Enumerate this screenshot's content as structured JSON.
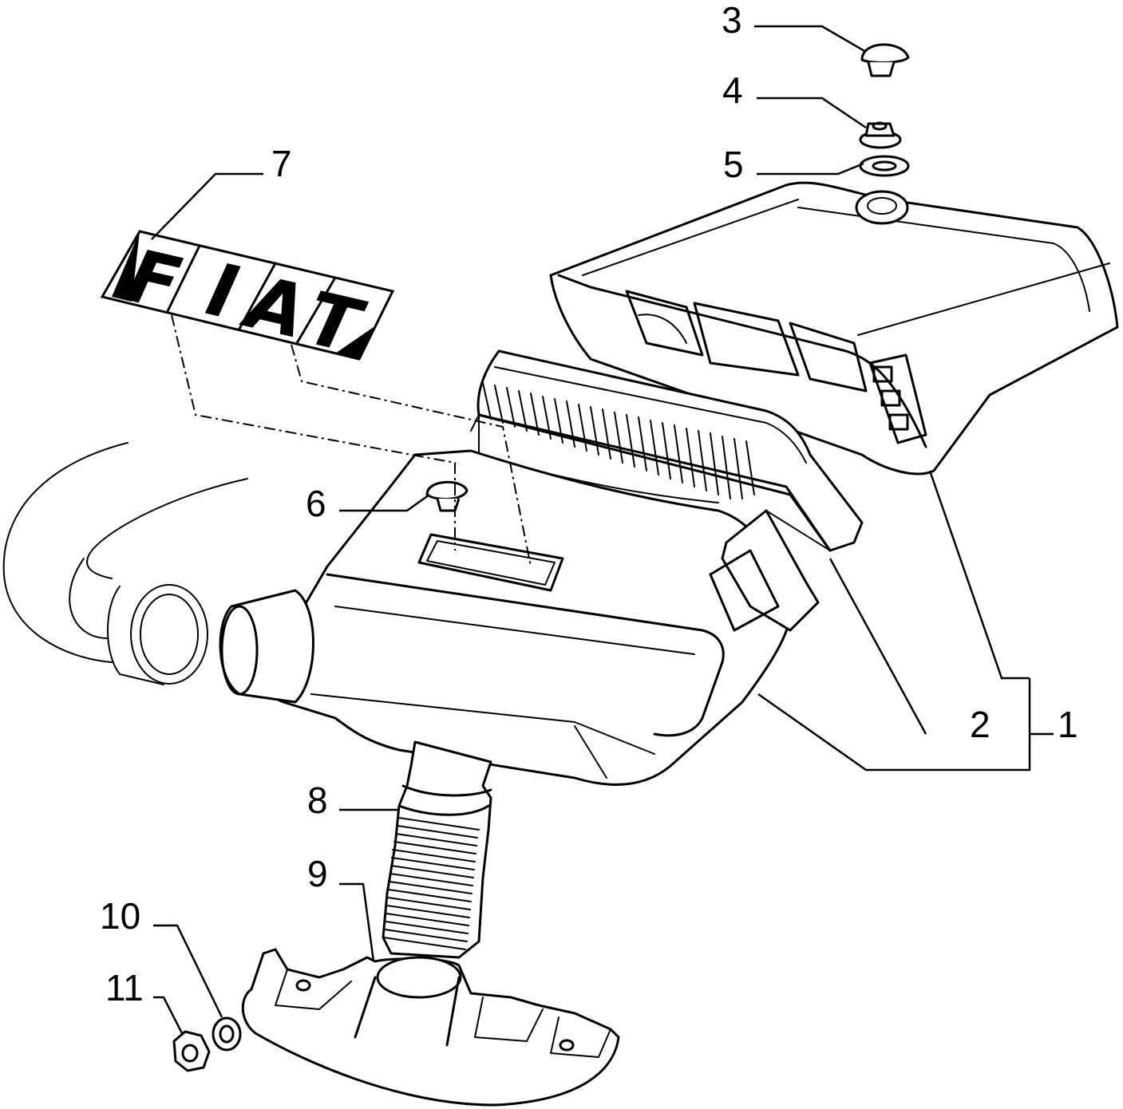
{
  "logo_text": "FIAT",
  "callouts": [
    {
      "id": "c1",
      "text": "1"
    },
    {
      "id": "c2",
      "text": "2"
    },
    {
      "id": "c3",
      "text": "3"
    },
    {
      "id": "c4",
      "text": "4"
    },
    {
      "id": "c5",
      "text": "5"
    },
    {
      "id": "c6",
      "text": "6"
    },
    {
      "id": "c7",
      "text": "7"
    },
    {
      "id": "c8",
      "text": "8"
    },
    {
      "id": "c9",
      "text": "9"
    },
    {
      "id": "c10",
      "text": "10"
    },
    {
      "id": "c11",
      "text": "11"
    }
  ]
}
